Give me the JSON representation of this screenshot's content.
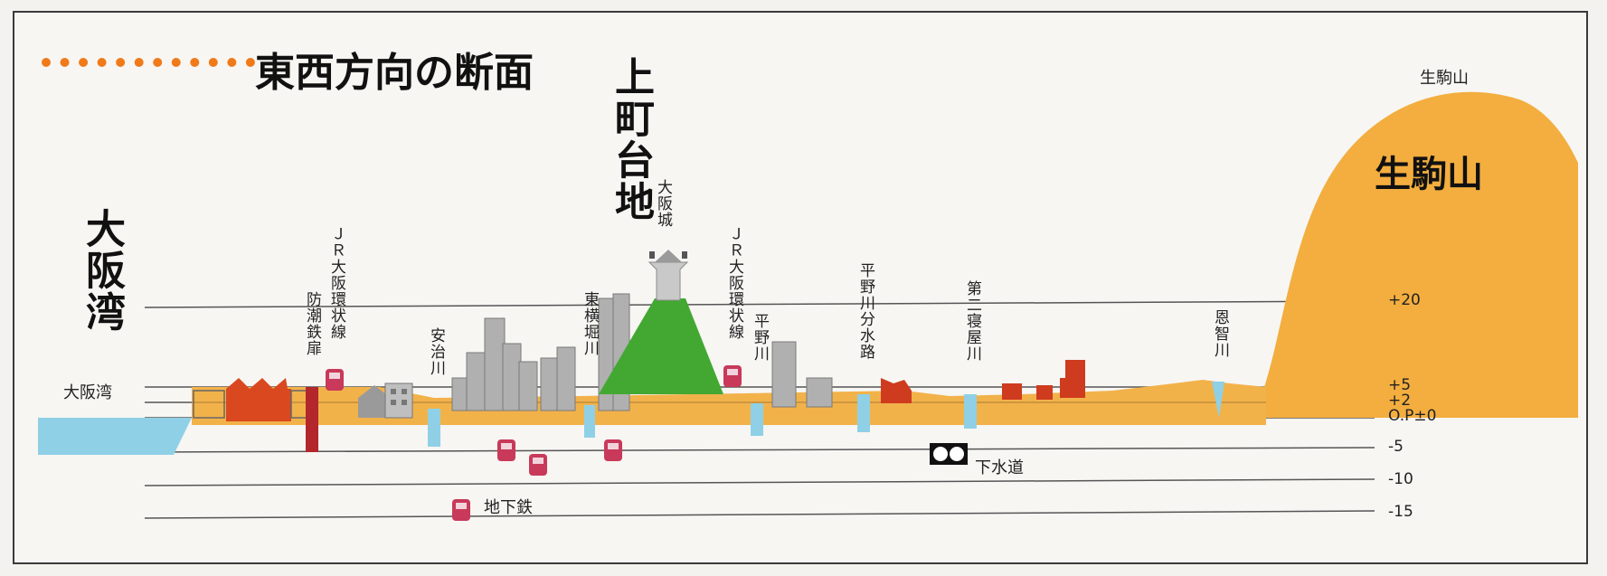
{
  "legend": {
    "label": "東西方向の断面",
    "line_color": "#f07a1a"
  },
  "regions": {
    "osaka_bay": "大阪湾",
    "uemachi": "上町台地",
    "ikoma": "生駒山"
  },
  "labels": {
    "osaka_bay_small": "大阪湾",
    "ikoma_small": "生駒山",
    "floodgate": "防潮鉄扉",
    "jr_loop_west": "ＪＲ大阪環状線",
    "ajigawa": "安治川",
    "higashiyokobori": "東横堀川",
    "osaka_castle": "大阪城",
    "jr_loop_east": "ＪＲ大阪環状線",
    "hiranogawa": "平野川",
    "hirano_bunsuiro": "平野川分水路",
    "daini_neyagawa": "第二寝屋川",
    "onjigawa": "恩智川",
    "sewer": "下水道",
    "subway": "地下鉄"
  },
  "levels": [
    {
      "label": "+20",
      "value": 20
    },
    {
      "label": "+5",
      "value": 5
    },
    {
      "label": "+2",
      "value": 2
    },
    {
      "label": "O.P±0",
      "value": 0
    },
    {
      "label": "-5",
      "value": -5
    },
    {
      "label": "-10",
      "value": -10
    },
    {
      "label": "-15",
      "value": -15
    }
  ],
  "colors": {
    "ground": "#f2b24a",
    "mountain": "#f3ae3f",
    "water": "#8fd0e6",
    "uemachi_hill": "#43a832",
    "factory": "#d9481f",
    "buildings": "#a9a9a9",
    "train": "#c8395a",
    "floodgate": "#b3262c",
    "red_blocks": "#cf3b1e"
  }
}
